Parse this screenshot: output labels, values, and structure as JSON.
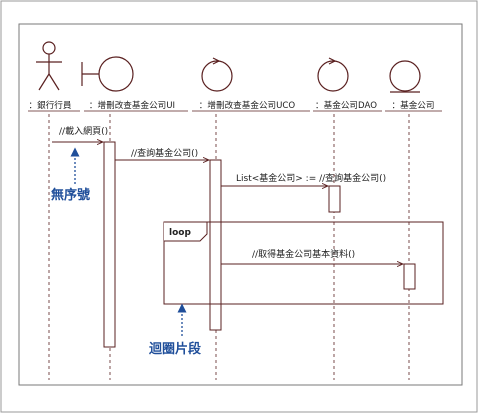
{
  "lifelines": [
    {
      "id": "teller",
      "label": "：銀行行員",
      "kind": "actor"
    },
    {
      "id": "ui",
      "label": "：增刪改查基金公司UI",
      "kind": "boundary"
    },
    {
      "id": "uco",
      "label": "：增刪改查基金公司UCO",
      "kind": "control"
    },
    {
      "id": "dao",
      "label": "：基金公司DAO",
      "kind": "control"
    },
    {
      "id": "entity",
      "label": "：基金公司",
      "kind": "entity"
    }
  ],
  "messages": [
    {
      "id": "m1",
      "text": "//載入網頁()"
    },
    {
      "id": "m2",
      "text": "//查詢基金公司()"
    },
    {
      "id": "m3",
      "text": "List<基金公司> := //查詢基金公司()"
    },
    {
      "id": "m4",
      "text": "//取得基金公司基本資料()"
    }
  ],
  "fragment": {
    "operator": "loop"
  },
  "annotations": {
    "no_sequence": "無序號",
    "loop_fragment": "迴圈片段"
  },
  "colors": {
    "lifeline": "#5a2020",
    "annotation": "#1f4e9a",
    "frame": "#888888"
  }
}
